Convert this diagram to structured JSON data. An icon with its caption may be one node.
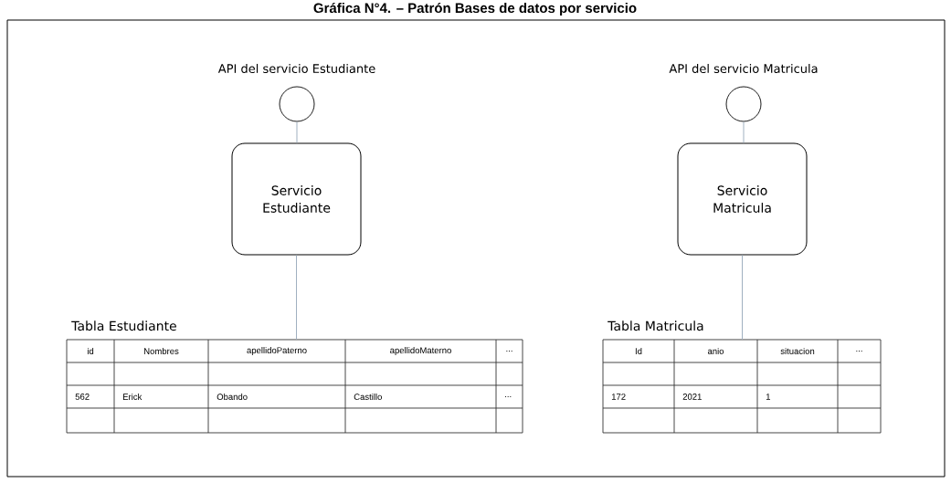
{
  "diagram": {
    "title": "Gráfica N°4. – Patrón Bases de datos por servicio",
    "nodes": [
      {
        "text": [
          "API del servicio Estudiante"
        ]
      },
      {
        "text": [
          "Servicio Estudiante"
        ]
      },
      {
        "text": [
          "Tabla Estudiante"
        ]
      },
      {
        "text": [
          "API del servicio Matricula"
        ]
      },
      {
        "text": [
          "Servicio Matricula"
        ]
      },
      {
        "text": [
          "Tabla Matricula"
        ]
      }
    ],
    "edges": [
      {
        "from": 0,
        "to": 1,
        "arrow": "none"
      },
      {
        "from": 1,
        "to": 2,
        "arrow": "none"
      },
      {
        "from": 3,
        "to": 4,
        "arrow": "none"
      },
      {
        "from": 4,
        "to": 5,
        "arrow": "none"
      }
    ],
    "labels": [
      "id",
      "Nombres",
      "apellidoPaterno",
      "apellidoMaterno",
      "...",
      "562",
      "Erick",
      "Obando",
      "Castillo",
      "...",
      "Id",
      "anio",
      "situacion",
      "...",
      "172",
      "2021",
      "1"
    ]
  }
}
